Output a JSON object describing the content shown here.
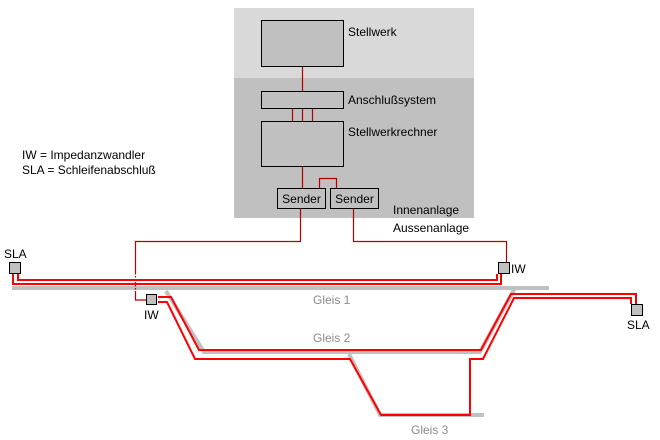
{
  "zones": {
    "inner_label": "Innenanlage",
    "outer_label": "Aussenanlage"
  },
  "components": {
    "stellwerk": "Stellwerk",
    "anschlusssystem": "Anschlußsystem",
    "stellwerkrechner": "Stellwerkrechner",
    "sender_1": "Sender",
    "sender_2": "Sender"
  },
  "legend": {
    "iw": "IW = Impedanzwandler",
    "sla": "SLA = Schleifenabschluß"
  },
  "devices": {
    "sla_left": "SLA",
    "iw_right": "IW",
    "iw_left": "IW",
    "sla_right": "SLA"
  },
  "tracks": {
    "gleis_1": "Gleis 1",
    "gleis_2": "Gleis 2",
    "gleis_3": "Gleis 3"
  },
  "colors": {
    "signal_line": "#b40000",
    "loop_line": "#ff0000",
    "track": "#c0c0c0",
    "inner_zone_top": "#d9d9d9",
    "inner_zone_bottom": "#c0c0c0",
    "track_label": "#8c8c8c"
  }
}
